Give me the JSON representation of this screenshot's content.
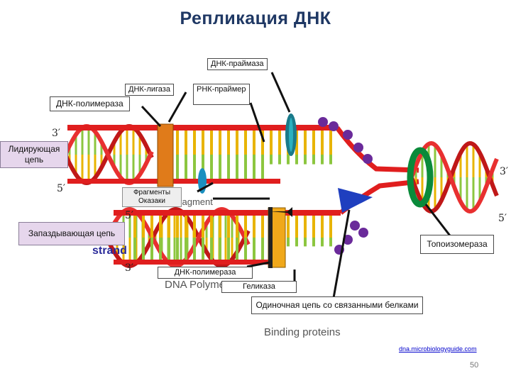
{
  "title": "Репликация ДНК",
  "labels": {
    "primase": "ДНК-праймаза",
    "ligase": "ДНК-лигаза",
    "rna_primer": "РНК-праймер",
    "dna_polymerase_top": "ДНК-полимераза",
    "leading": "Лидирующая цепь",
    "okazaki": "Фрагменты Оказаки",
    "lagging": "Запаздывающая цепь",
    "topoisomerase": "Топоизомераза",
    "dna_polymerase_bottom": "ДНК-полимераза",
    "helicase": "Геликаза",
    "ssb": "Одиночная цепь со связанными белками"
  },
  "background_text": {
    "okazaki_fragment": "Okazaki fragment",
    "strand": "strand",
    "dna_polymerase": "DNA Polymerase",
    "binding_proteins": "Binding proteins"
  },
  "primes": {
    "top_left_3": "3′",
    "left_5": "5′",
    "mid_5": "5′",
    "bottom_3": "3′",
    "right_3": "3′",
    "right_5": "5′"
  },
  "source": "dna.microbiologyguide.com",
  "slide_number": "50",
  "colors": {
    "title": "#1f3864",
    "backbone": "#e01e1e",
    "rungs": "#e8b400",
    "green_base": "#8cc63f",
    "polymerase": "#e07b1a",
    "helicase": "#1f3fbf",
    "topoisomerase": "#0a8a3a",
    "binding_proteins": "#6a2a9a",
    "primase": "#1a7a8a",
    "label_pink": "#e6d6ec"
  }
}
